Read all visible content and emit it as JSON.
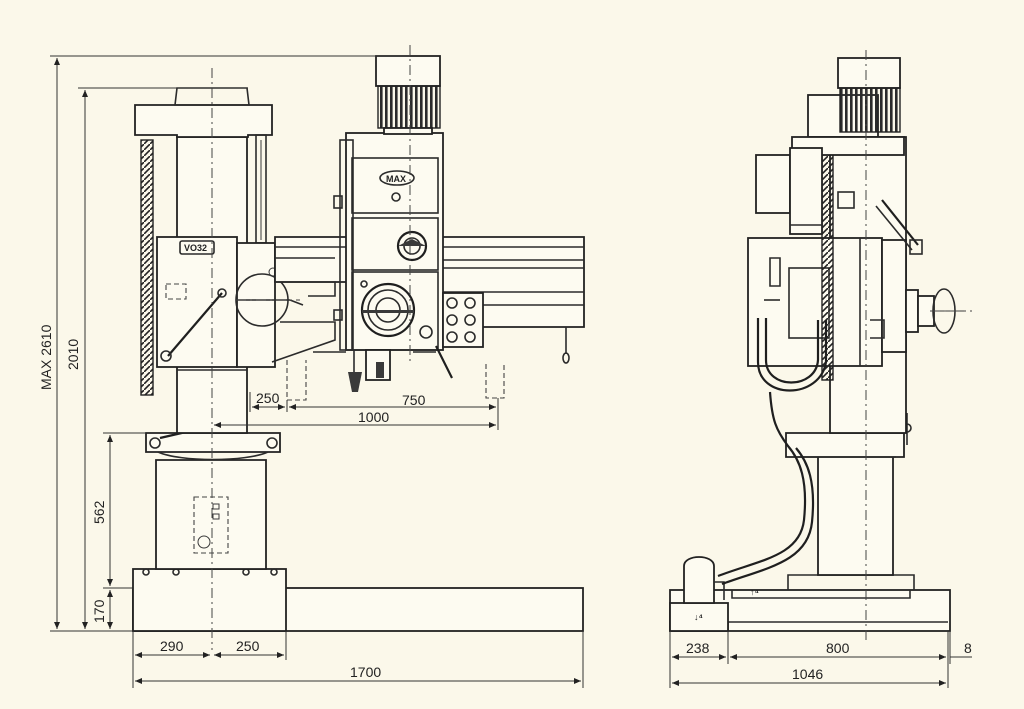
{
  "drawing": {
    "front_view": {
      "model_label": "VO32",
      "brand_mark": "MAX",
      "dimensions": {
        "max_height": "MAX 2610",
        "height": "2010",
        "base_height": "562",
        "base_plate": "170",
        "arm_offset": "250",
        "arm_travel": "750",
        "arm_reach": "1000",
        "base_left": "290",
        "base_mid": "250",
        "base_length": "1700"
      }
    },
    "side_view": {
      "dimensions": {
        "left": "238",
        "middle": "800",
        "right": "8",
        "overall": "1046"
      }
    }
  }
}
